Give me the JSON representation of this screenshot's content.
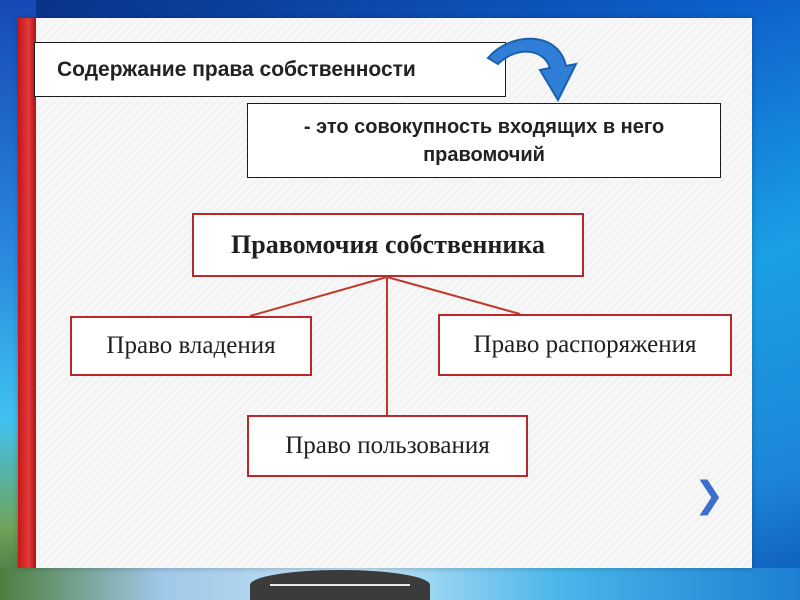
{
  "slide": {
    "title": "Содержание права собственности",
    "definition": "- это совокупность входящих в него\nправомочий"
  },
  "diagram": {
    "root": "Правомочия собственника",
    "children": {
      "left": "Право владения",
      "right": "Право распоряжения",
      "bottom": "Право пользования"
    }
  },
  "navigation": {
    "next_icon": "chevron-right-icon",
    "next_glyph": "❯"
  },
  "colors": {
    "node_border": "#b9292b",
    "connector": "#c0392b",
    "curved_arrow": "#2f7fd6",
    "accent_bar": "#c71717"
  }
}
